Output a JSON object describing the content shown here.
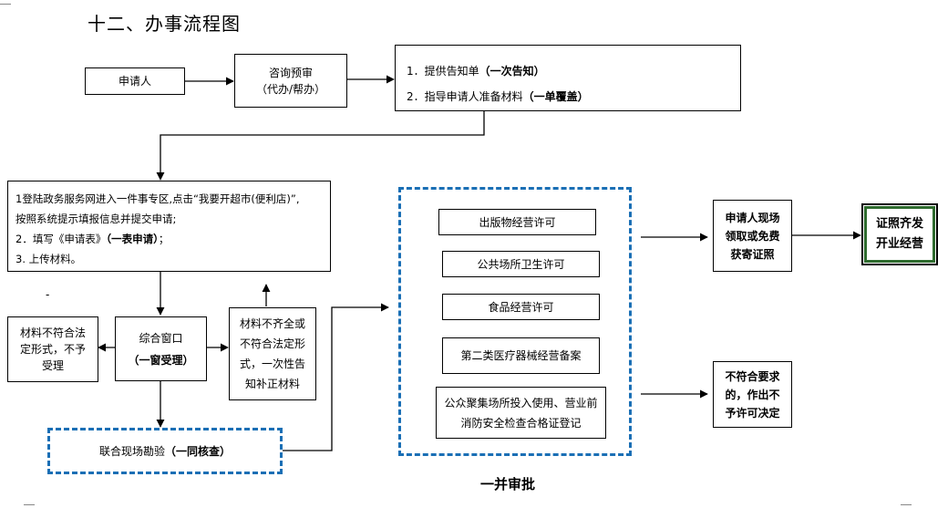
{
  "title": "十二、办事流程图",
  "applicant": "申请人",
  "consult": {
    "line1": "咨询预审",
    "line2": "（代办/帮办）"
  },
  "notify": {
    "item1": "1．提供告知单",
    "item1_bold": "（一次告知）",
    "item2": "2．指导申请人准备材料",
    "item2_bold": "（一单覆盖）"
  },
  "online": {
    "line1": "1登陆政务服务网进入一件事专区,点击“我要开超市(便利店)”,",
    "line2": "按照系统提示填报信息并提交申请;",
    "line3_pre": "2．填写《申请表》",
    "line3_bold": "（一表申请）",
    "line3_post": "；",
    "line4": "3. 上传材料。"
  },
  "dash_mark": "-",
  "reject": {
    "line1": "材料不符合法",
    "line2": "定形式，不予",
    "line3": "受理"
  },
  "window": {
    "line1": "综合窗口",
    "line2": "（一窗受理）"
  },
  "supplement": {
    "line1": "材料不齐全或",
    "line2": "不符合法定形",
    "line3": "式，一次性告",
    "line4": "知补正材料"
  },
  "inspection": {
    "label": "联合现场勘验",
    "label_bold": "（一同核查）"
  },
  "permits": [
    {
      "label": "出版物经营许可"
    },
    {
      "label": "公共场所卫生许可"
    },
    {
      "label": "食品经营许可"
    },
    {
      "label": "第二类医疗器械经营备案"
    },
    {
      "label1": "公众聚集场所投入使用、营业前",
      "label2": "消防安全检查合格证登记"
    }
  ],
  "parallel_label": "一并审批",
  "receive": {
    "line1": "申请人现场",
    "line2": "领取或免费",
    "line3": "获寄证照"
  },
  "final": {
    "line1": "证照齐发",
    "line2": "开业经营"
  },
  "deny": {
    "line1": "不符合要求",
    "line2": "的，作出不",
    "line3": "予许可决定"
  },
  "colors": {
    "dash_border": "#1a6fb5",
    "final_border": "#2e6b2e"
  }
}
